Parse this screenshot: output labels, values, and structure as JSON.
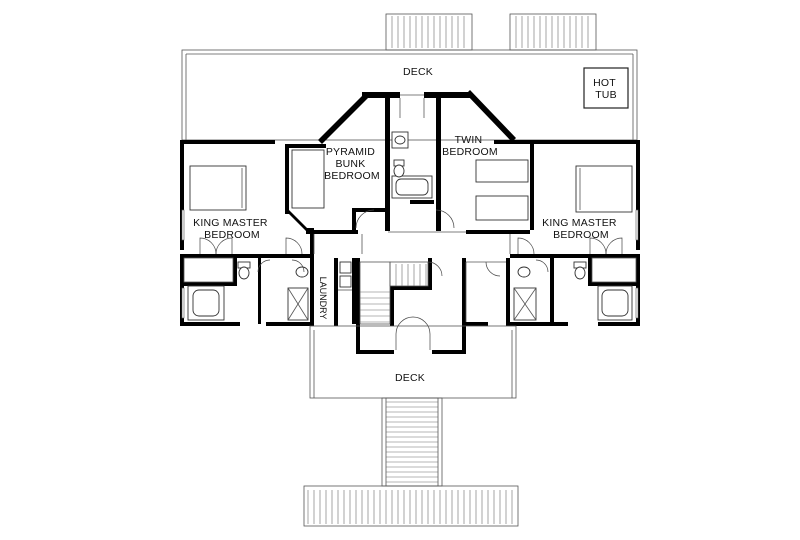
{
  "plan": {
    "rooms": [
      {
        "id": "deck-top",
        "lines": [
          "DECK"
        ]
      },
      {
        "id": "hot-tub",
        "lines": [
          "HOT",
          "TUB"
        ]
      },
      {
        "id": "pyramid-bunk-bedroom",
        "lines": [
          "PYRAMID",
          "BUNK",
          "BEDROOM"
        ]
      },
      {
        "id": "twin-bedroom",
        "lines": [
          "TWIN",
          "BEDROOM"
        ]
      },
      {
        "id": "king-master-bedroom-left",
        "lines": [
          "KING MASTER",
          "BEDROOM"
        ]
      },
      {
        "id": "king-master-bedroom-right",
        "lines": [
          "KING MASTER",
          "BEDROOM"
        ]
      },
      {
        "id": "laundry",
        "lines": [
          "LAUNDRY"
        ]
      },
      {
        "id": "deck-bottom",
        "lines": [
          "DECK"
        ]
      }
    ]
  }
}
